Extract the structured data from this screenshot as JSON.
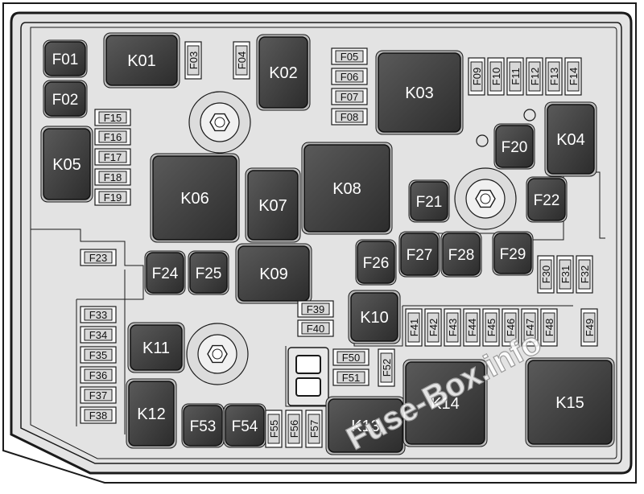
{
  "diagram": {
    "watermark": "Fuse-Box.info",
    "large_fuses": [
      "F01",
      "F02",
      "F20",
      "F21",
      "F22",
      "F24",
      "F25",
      "F26",
      "F27",
      "F28",
      "F29",
      "F53",
      "F54"
    ],
    "mini_fuses": [
      "F03",
      "F04",
      "F05",
      "F06",
      "F07",
      "F08",
      "F09",
      "F10",
      "F11",
      "F12",
      "F13",
      "F14",
      "F15",
      "F16",
      "F17",
      "F18",
      "F19",
      "F23",
      "F30",
      "F31",
      "F32",
      "F33",
      "F34",
      "F35",
      "F36",
      "F37",
      "F38",
      "F39",
      "F40",
      "F41",
      "F42",
      "F43",
      "F44",
      "F45",
      "F46",
      "F47",
      "F48",
      "F49",
      "F50",
      "F51",
      "F52",
      "F55",
      "F56",
      "F57"
    ],
    "relays": [
      "K01",
      "K02",
      "K03",
      "K04",
      "K05",
      "K06",
      "K07",
      "K08",
      "K09",
      "K10",
      "K11",
      "K12",
      "K13",
      "K14",
      "K15"
    ]
  },
  "colors": {
    "housing": "#e3e3e3",
    "relay": "#3a3a3a",
    "fuse_fill": "#d8d8d8",
    "line": "#1a1a1a"
  }
}
